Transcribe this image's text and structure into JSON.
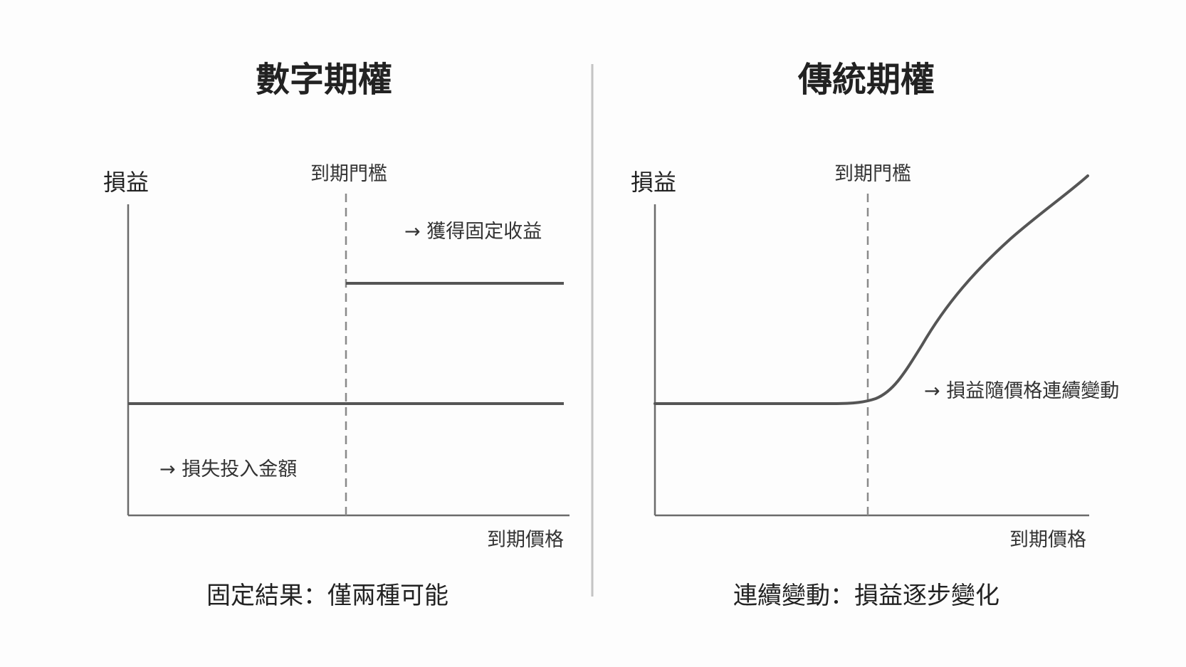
{
  "colors": {
    "background": "#fdfdfd",
    "text": "#222222",
    "axis": "#6b6b6b",
    "curve": "#555555",
    "threshold": "#8a8a8a",
    "divider": "#c4c4c4"
  },
  "panels": [
    {
      "id": "digital",
      "title": "數字期權",
      "y_label": "損益",
      "threshold_label": "到期門檻",
      "x_label": "到期價格",
      "annotation_top": "→ 獲得固定收益",
      "annotation_bottom": "→ 損失投入金額",
      "caption": "固定結果：僅兩種可能",
      "payoff": "step"
    },
    {
      "id": "traditional",
      "title": "傳統期權",
      "y_label": "損益",
      "threshold_label": "到期門檻",
      "x_label": "到期價格",
      "annotation_right": "→ 損益隨價格連續變動",
      "caption": "連續變動：損益逐步變化",
      "payoff": "smooth"
    }
  ]
}
